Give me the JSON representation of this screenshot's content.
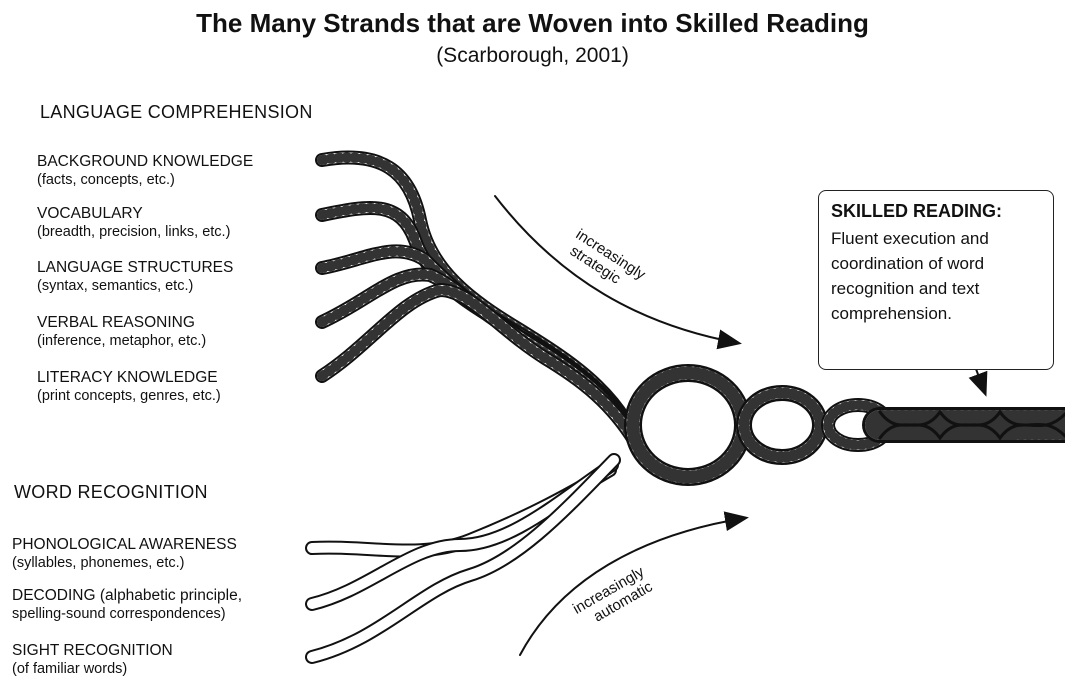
{
  "title": "The Many Strands that are Woven into Skilled Reading",
  "subtitle": "(Scarborough, 2001)",
  "language_comprehension": {
    "heading": "LANGUAGE COMPREHENSION",
    "strands": [
      {
        "label": "BACKGROUND KNOWLEDGE",
        "detail": "(facts, concepts, etc.)"
      },
      {
        "label": "VOCABULARY",
        "detail": "(breadth, precision, links, etc.)"
      },
      {
        "label": "LANGUAGE STRUCTURES",
        "detail": "(syntax, semantics, etc.)"
      },
      {
        "label": "VERBAL REASONING",
        "detail": "(inference, metaphor, etc.)"
      },
      {
        "label": "LITERACY KNOWLEDGE",
        "detail": "(print concepts, genres, etc.)"
      }
    ],
    "arrow_label": [
      "increasingly",
      "strategic"
    ]
  },
  "word_recognition": {
    "heading": "WORD RECOGNITION",
    "strands": [
      {
        "label": "PHONOLOGICAL AWARENESS",
        "detail": "(syllables, phonemes, etc.)"
      },
      {
        "label": "DECODING (alphabetic principle,",
        "detail": "spelling-sound correspondences)"
      },
      {
        "label": "SIGHT RECOGNITION",
        "detail": "(of familiar words)"
      }
    ],
    "arrow_label": [
      "increasingly",
      "automatic"
    ]
  },
  "skilled_reading": {
    "title": "SKILLED READING:",
    "body": "Fluent execution and coordination of word recognition and text comprehension."
  }
}
